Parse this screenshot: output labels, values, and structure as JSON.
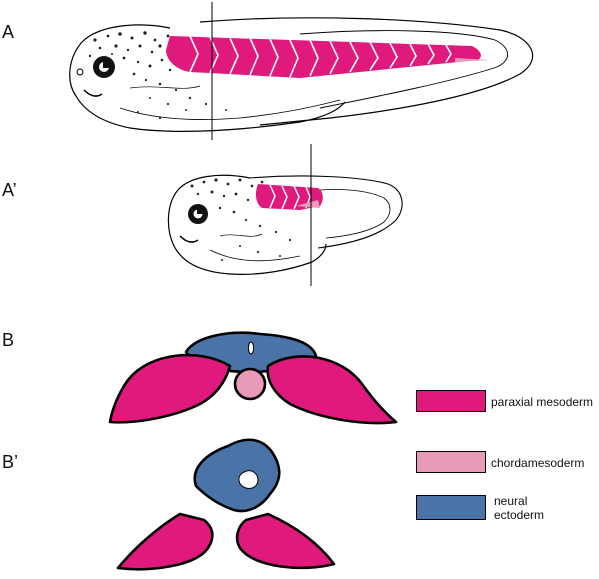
{
  "panels": {
    "a": "A",
    "a_prime": "A’",
    "b": "B",
    "b_prime": "B’"
  },
  "legend": [
    {
      "label": "paraxial mesoderm",
      "color": "#e0197d"
    },
    {
      "label": "chordamesoderm",
      "color": "#e89ab8"
    },
    {
      "label": "neural\nectoderm",
      "color": "#4a74a8"
    }
  ],
  "colors": {
    "paraxial": "#e0197d",
    "chorda": "#e89ab8",
    "neural": "#4a74a8",
    "outline": "#000000"
  }
}
